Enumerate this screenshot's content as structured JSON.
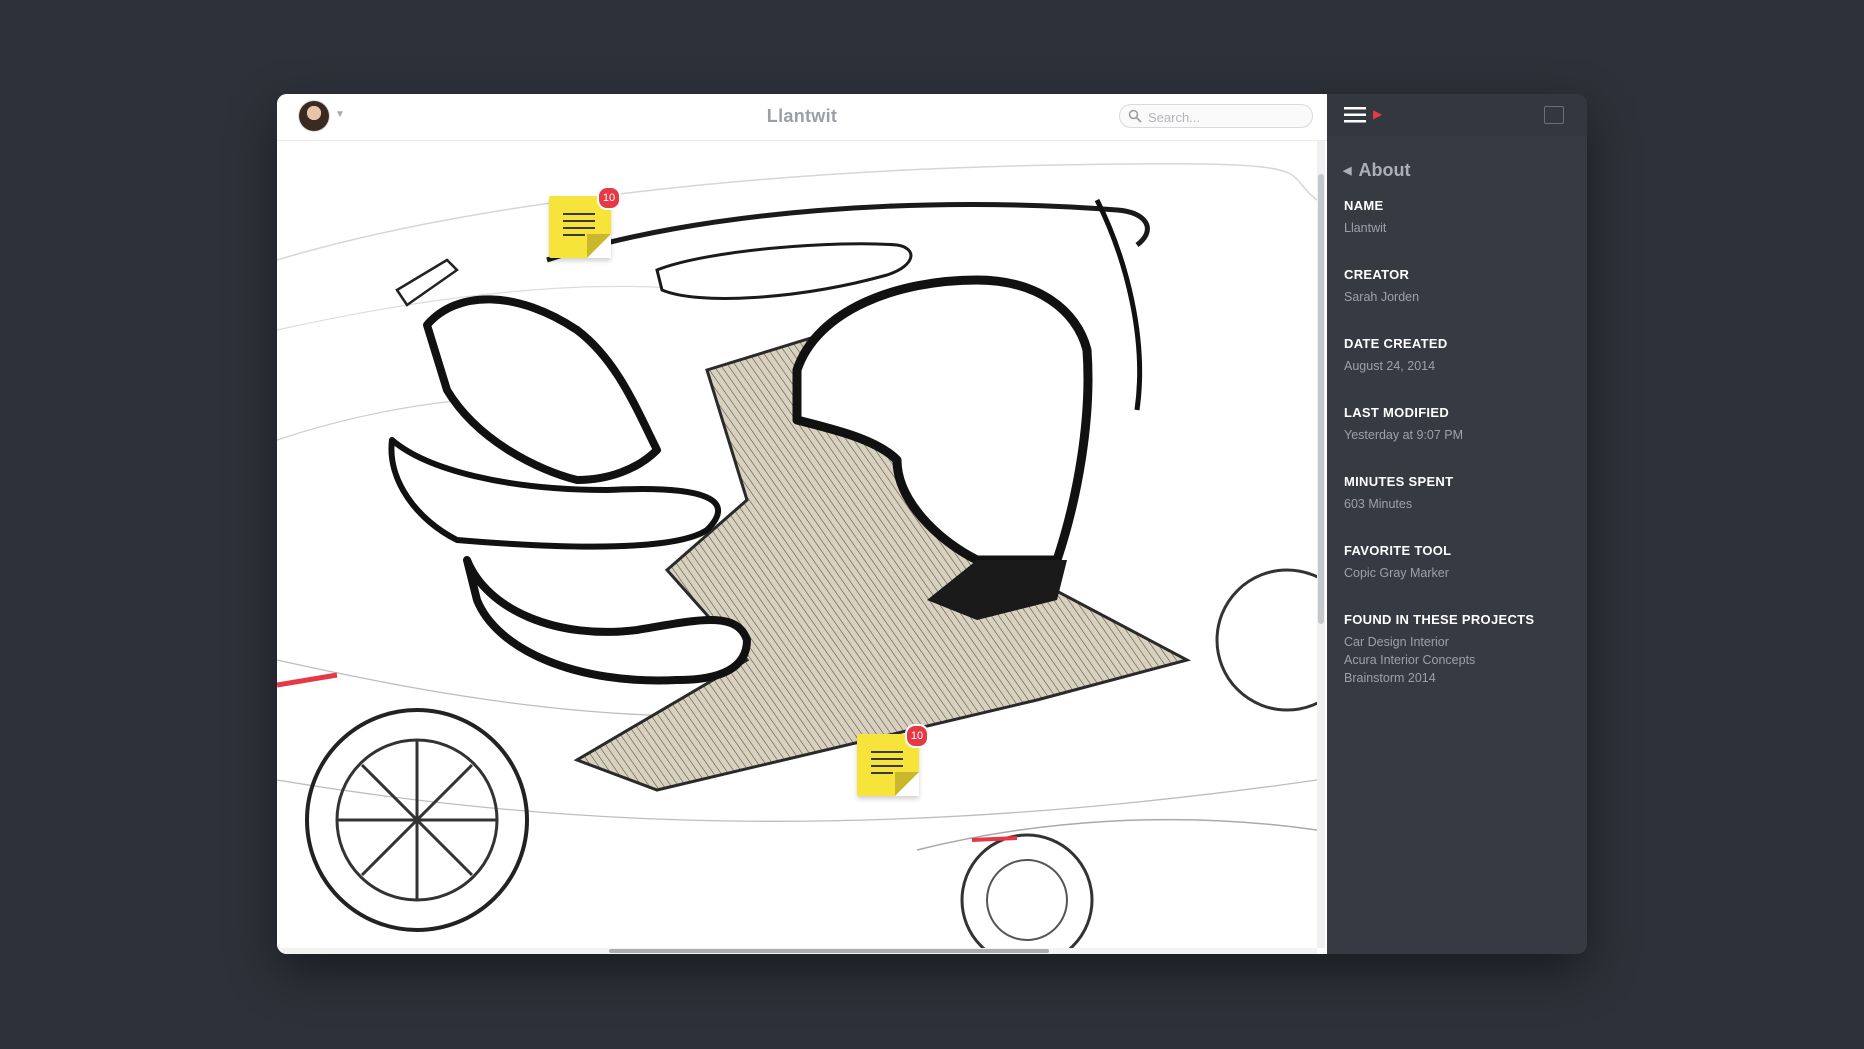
{
  "window": {
    "title": "Llantwit",
    "search": {
      "placeholder": "Search..."
    }
  },
  "canvas": {
    "notes": [
      {
        "icon": "sticky-note-icon",
        "badge": "10"
      },
      {
        "icon": "sticky-note-icon",
        "badge": "10"
      }
    ]
  },
  "sidebar": {
    "back_label": "About",
    "fields": [
      {
        "label": "NAME",
        "values": [
          "Llantwit"
        ]
      },
      {
        "label": "CREATOR",
        "values": [
          "Sarah Jorden"
        ]
      },
      {
        "label": "DATE CREATED",
        "values": [
          "August 24, 2014"
        ]
      },
      {
        "label": "LAST MODIFIED",
        "values": [
          "Yesterday at 9:07 PM"
        ]
      },
      {
        "label": "MINUTES SPENT",
        "values": [
          "603 Minutes"
        ]
      },
      {
        "label": "FAVORITE TOOL",
        "values": [
          "Copic Gray Marker"
        ]
      },
      {
        "label": "FOUND IN THESE PROJECTS",
        "values": [
          "Car Design Interior",
          "Acura Interior Concepts",
          "Brainstorm 2014"
        ]
      }
    ]
  },
  "colors": {
    "background": "#2d323a",
    "sidebar": "#363b43",
    "note": "#f7e43a",
    "badge": "#e53946",
    "accent": "#e53946"
  }
}
